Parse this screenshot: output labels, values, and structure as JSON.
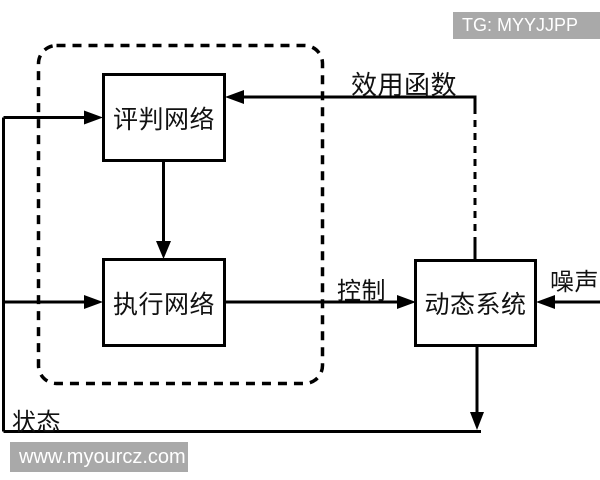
{
  "badge": {
    "label": "TG: MYYJJPP"
  },
  "watermark": {
    "label": "www.myourcz.com"
  },
  "colors": {
    "line": "#000000",
    "background": "#ffffff",
    "overlay_bg": "#a9a9a9",
    "overlay_fg": "#ffffff"
  },
  "diagram": {
    "nodes": [
      {
        "id": "critic-network",
        "label": "评判网络"
      },
      {
        "id": "actor-network",
        "label": "执行网络"
      },
      {
        "id": "dynamic-system",
        "label": "动态系统"
      }
    ],
    "edges": [
      {
        "id": "utility",
        "from": "dynamic-system",
        "to": "critic-network",
        "label": "效用函数",
        "style": "solid-then-dashed"
      },
      {
        "id": "critic-to-actor",
        "from": "critic-network",
        "to": "actor-network",
        "label": "",
        "style": "solid"
      },
      {
        "id": "control",
        "from": "actor-network",
        "to": "dynamic-system",
        "label": "控制",
        "style": "solid"
      },
      {
        "id": "noise",
        "from": "external-right",
        "to": "dynamic-system",
        "label": "噪声",
        "style": "solid"
      },
      {
        "id": "state",
        "from": "dynamic-system",
        "to": "critic-network,actor-network",
        "label": "状态",
        "style": "solid"
      }
    ],
    "boundary": {
      "id": "training-module-boundary",
      "style": "dashed-rounded",
      "contains": [
        "critic-network",
        "actor-network"
      ]
    }
  }
}
